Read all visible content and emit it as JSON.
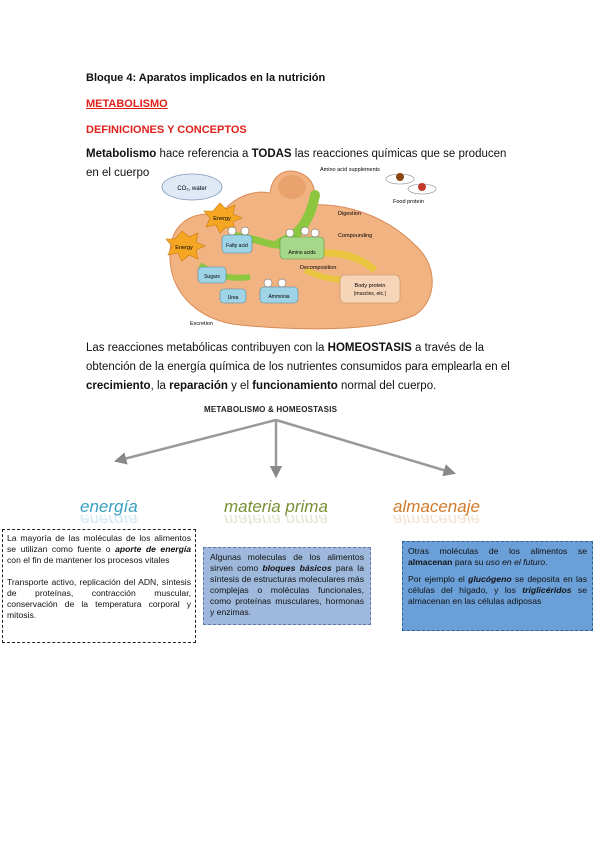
{
  "doc": {
    "title": "Bloque 4: Aparatos implicados en la nutrición",
    "section": "METABOLISMO",
    "subsection": "DEFINICIONES Y CONCEPTOS"
  },
  "definition": {
    "term": "Metabolismo",
    "t1": " hace referencia a ",
    "all": "TODAS",
    "t2": " las reacciones químicas que se producen en el cuerpo"
  },
  "figure": {
    "labels": {
      "co2": "CO₂, water",
      "energy1": "Energy",
      "energy2": "Energy",
      "fatty": "Fatty acid",
      "sugars": "Sugars",
      "amino": "Amino acids",
      "urea": "Urea",
      "ammonia": "Ammonia",
      "excretion": "Excretion",
      "supplements": "Amino acid supplements",
      "food": "Food protein",
      "digestion": "Digestion",
      "compounding": "Compounding",
      "decomposition": "Decomposition",
      "body_protein": "Body protein",
      "body_protein_sub": "(muscles, etc.)"
    },
    "colors": {
      "body": "#f2b382",
      "energy": "#f5a623",
      "arrow_green": "#8dc63f",
      "arrow_yellow": "#e8c53c"
    }
  },
  "homeostasis": {
    "p1": "Las reacciones metabólicas contribuyen con la ",
    "term": "HOMEOSTASIS",
    "p2": " a través de la obtención de la energía química de los nutrientes consumidos para emplearla en el ",
    "b1": "crecimiento",
    "c1": ", la ",
    "b2": "reparación",
    "c2": " y el ",
    "b3": "funcionamiento",
    "p3": " normal del cuerpo."
  },
  "diagram": {
    "title": "METABOLISMO & HOMEOSTASIS",
    "categories": {
      "energia": "energía",
      "materia": "materia prima",
      "almacenaje": "almacenaje"
    },
    "box1": {
      "t1": "La mayoría de las moléculas de los alimentos se utilizan como fuente o ",
      "em": "aporte de energía",
      "t2": " con el fin de mantener los procesos vitales",
      "t3": "Transporte activo, replicación del ADN, síntesis de proteínas, contracción muscular, conservación de la temperatura corporal y mitosis."
    },
    "box2": {
      "t1": "Algunas moleculas de los alimentos sirven como ",
      "em": "bloques básicos",
      "t2": " para la síntesis de estructuras moleculares más complejas o moléculas funcionales, como proteínas musculares, hormonas y enzimas."
    },
    "box3": {
      "t1": "Otras moléculas de los alimentos se ",
      "b": "almacenan",
      "t2": " para su ",
      "em": "uso en el futuro",
      "t3": ".",
      "t4": "Por ejemplo el ",
      "em2": "glucógeno",
      "t5": " se deposita en las células del hígado, y los ",
      "em3": "triglicéridos",
      "t6": " se almacenan en las células adiposas"
    },
    "colors": {
      "energia": "#3a9fc0",
      "materia": "#7a8f34",
      "almacenaje": "#d07a2a",
      "box2_bg": "#9fb9dc",
      "box3_bg": "#6b9fd8"
    }
  }
}
